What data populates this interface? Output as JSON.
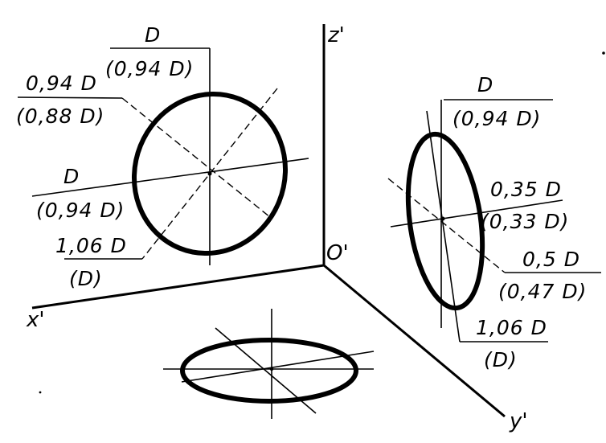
{
  "axes": {
    "z": "z'",
    "x": "x'",
    "y": "y'",
    "origin": "O'"
  },
  "front_ellipse": {
    "top_label": "D",
    "top_label_alt": "(0,94 D)",
    "diag_upper": "0,94 D",
    "diag_upper_alt": "(0,88 D)",
    "horiz": "D",
    "horiz_alt": "(0,94 D)",
    "diag_lower": "1,06 D",
    "diag_lower_alt": "(D)"
  },
  "side_ellipse": {
    "top_label": "D",
    "top_label_alt": "(0,94 D)",
    "minor1": "0,35 D",
    "minor1_alt": "(0,33 D)",
    "minor2": "0,5 D",
    "minor2_alt": "(0,47 D)",
    "major": "1,06 D",
    "major_alt": "(D)"
  }
}
